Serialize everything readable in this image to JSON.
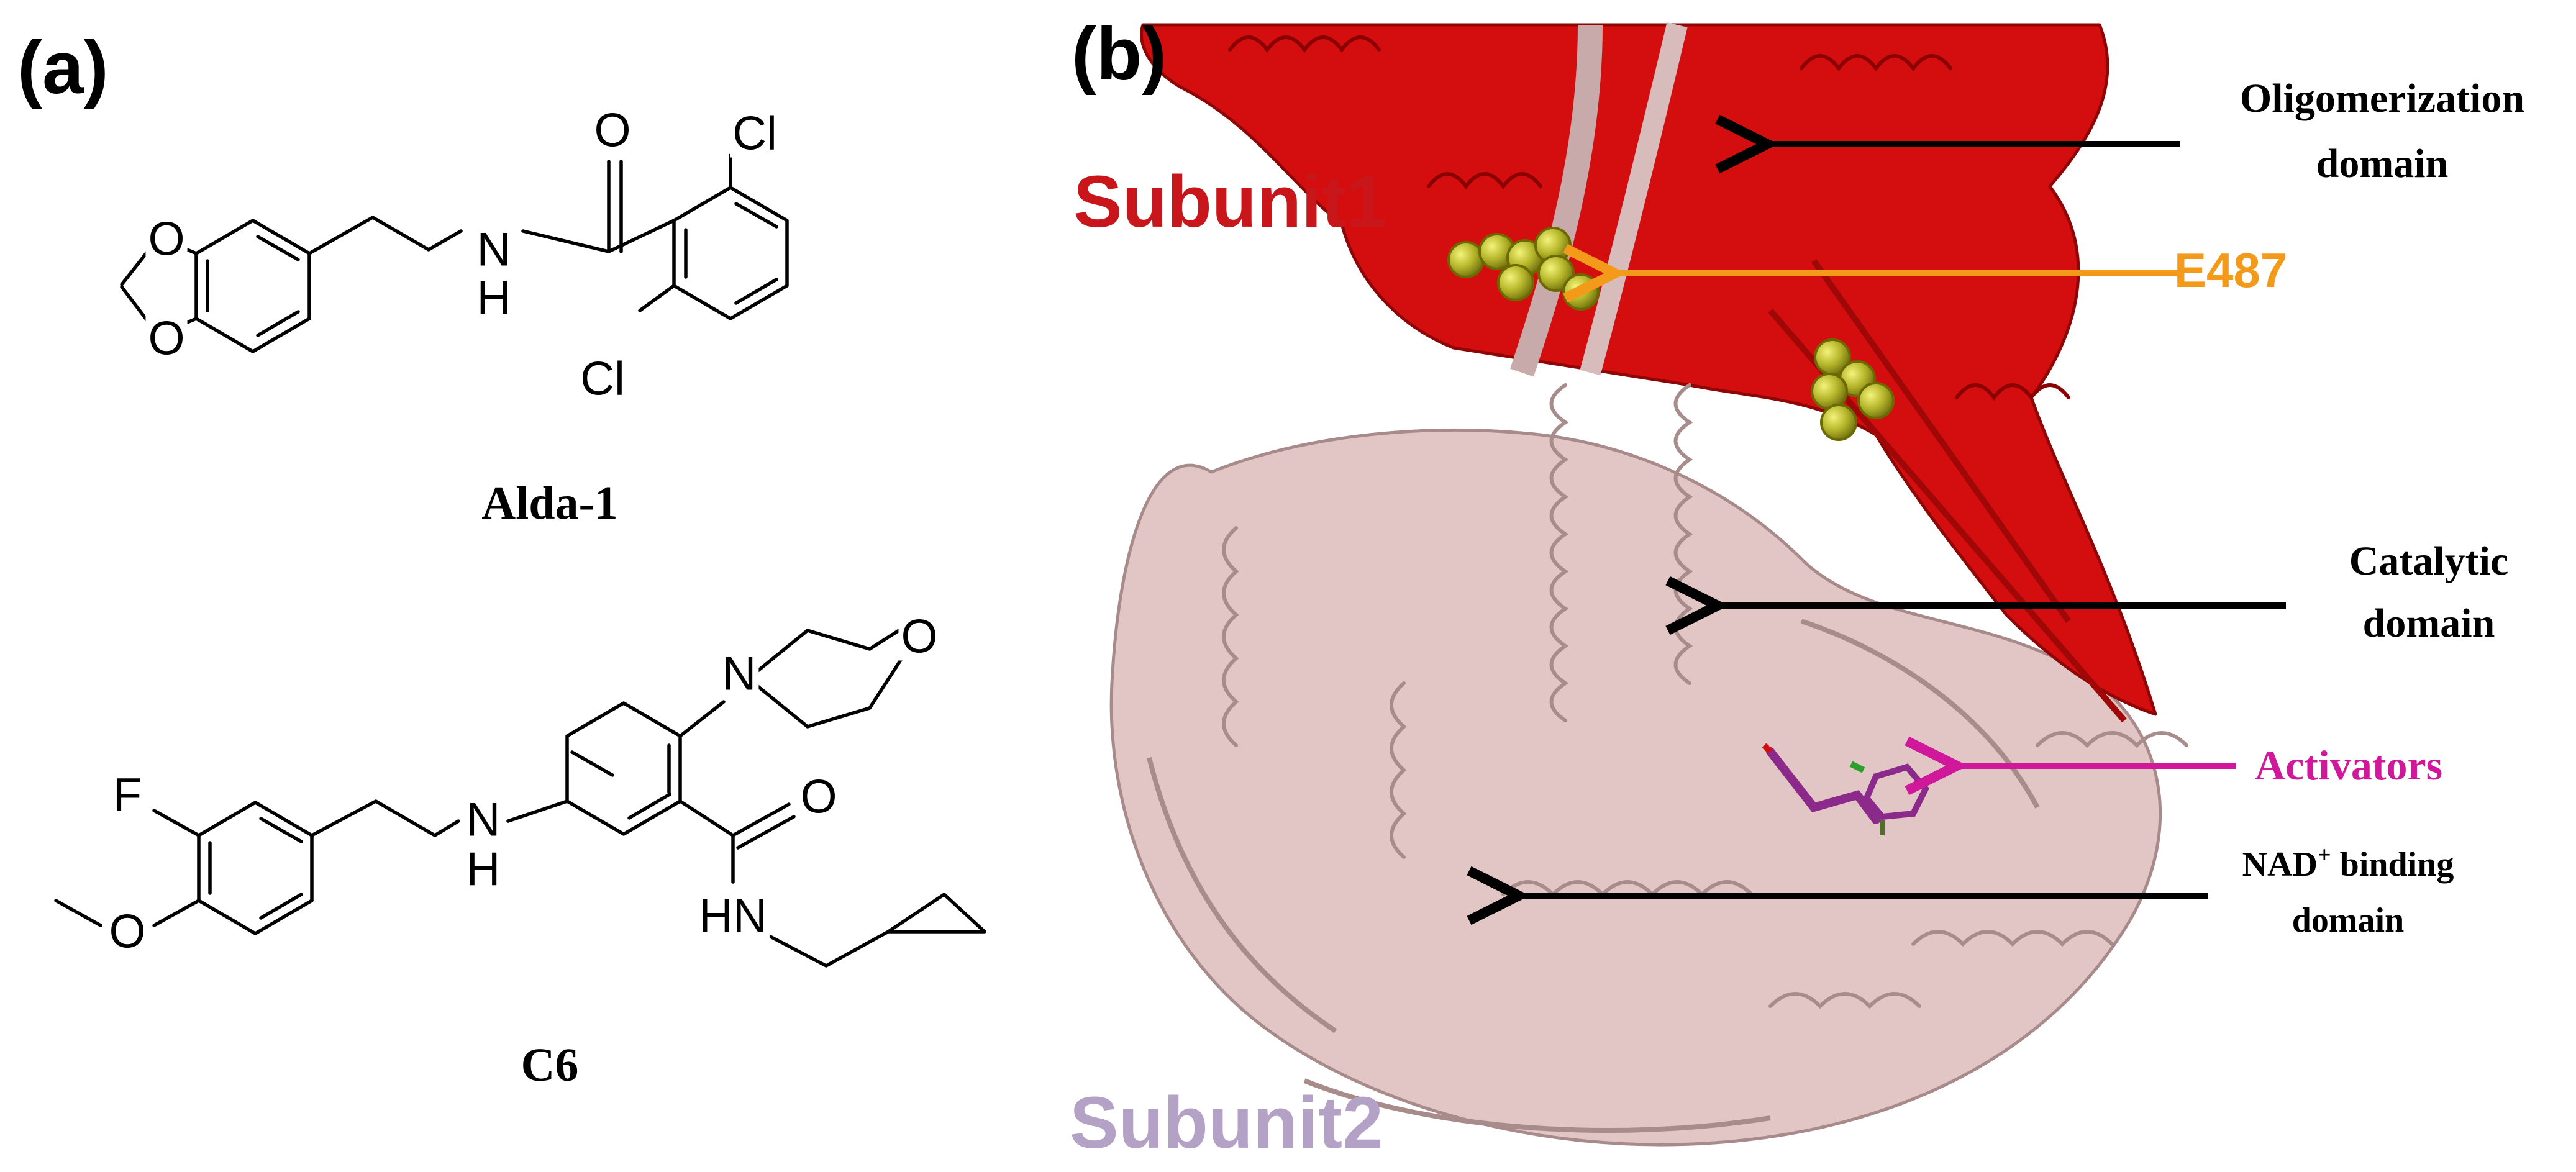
{
  "panel_a": {
    "label": "(a)",
    "compound1": {
      "name": "Alda-1",
      "atoms": {
        "o_carbonyl": "O",
        "o_ring_top": "O",
        "o_ring_bottom": "O",
        "nh_n": "N",
        "nh_h": "H",
        "cl_top": "Cl",
        "cl_bottom": "Cl"
      }
    },
    "compound2": {
      "name": "C6",
      "atoms": {
        "f": "F",
        "o_methoxy": "O",
        "nh_n": "N",
        "nh_h": "H",
        "n_morpholine": "N",
        "o_morpholine": "O",
        "o_carbonyl": "O",
        "hn_amide": "HN"
      }
    }
  },
  "panel_b": {
    "label": "(b)",
    "subunit1": {
      "text": "Subunit1",
      "color": "#c8161b"
    },
    "subunit2": {
      "text": "Subunit2",
      "color": "#b4a1c6"
    },
    "annotations": {
      "oligomerization_line1": "Oligomerization",
      "oligomerization_line2": "domain",
      "e487": "E487",
      "catalytic_line1": "Catalytic",
      "catalytic_line2": "domain",
      "activators": "Activators",
      "nad_prefix": "NAD",
      "nad_sup": "+",
      "nad_suffix": " binding",
      "nad_line2": "domain"
    },
    "colors": {
      "subunit1_ribbon": "#d40e0e",
      "subunit2_ribbon": "#e2c6c6",
      "e487_arrow": "#f39a1a",
      "activator_arrow": "#d0199a",
      "activator_ligand": "#8c2a8c",
      "e487_spheres": "#b5b52a"
    }
  }
}
